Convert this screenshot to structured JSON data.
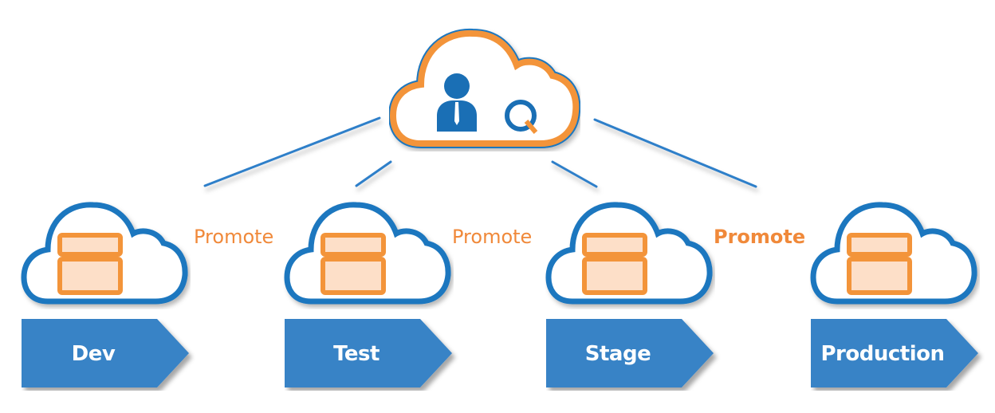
{
  "colors": {
    "blue": "#1f77bf",
    "arrow_blue": "#3883c6",
    "orange": "#f3943a",
    "orange_fill": "#fddfc8",
    "promote_text": "#f0893a"
  },
  "hub": {
    "icons": [
      "user-tie-icon",
      "q-logo-icon"
    ]
  },
  "stages": [
    {
      "label": "Dev",
      "icon": "server-icon"
    },
    {
      "label": "Test",
      "icon": "server-icon"
    },
    {
      "label": "Stage",
      "icon": "server-icon"
    },
    {
      "label": "Production",
      "icon": "server-icon"
    }
  ],
  "promotions": [
    {
      "label": "Promote",
      "emphasis": false
    },
    {
      "label": "Promote",
      "emphasis": false
    },
    {
      "label": "Promote",
      "emphasis": true
    }
  ]
}
